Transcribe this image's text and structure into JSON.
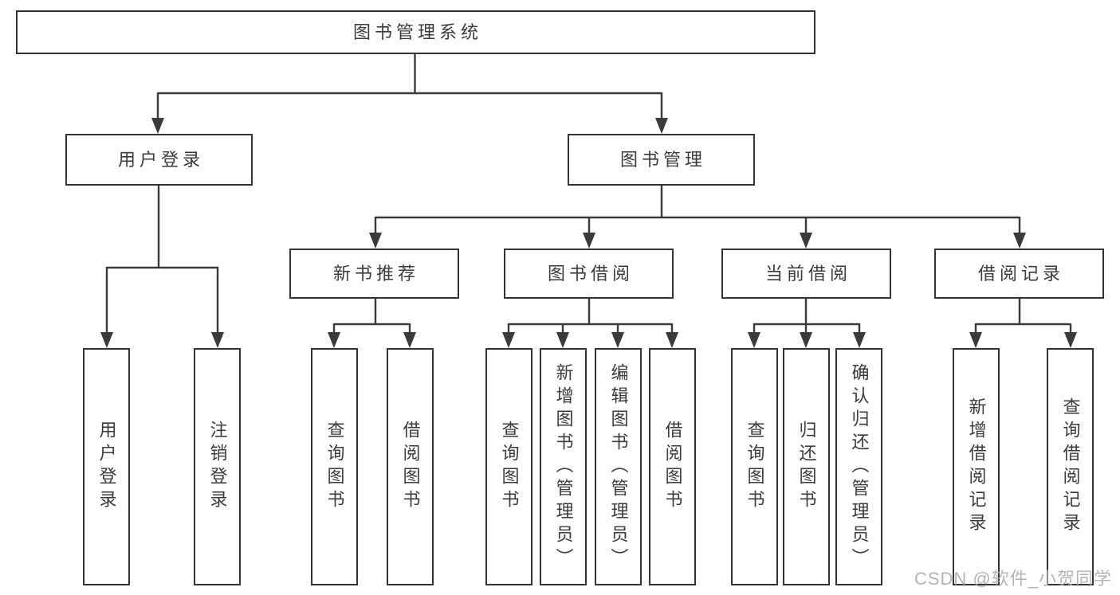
{
  "diagram": {
    "colors": {
      "box_border": "#333333",
      "box_background": "#ffffff",
      "line": "#3a3a3a",
      "text": "#3b3b3b",
      "watermark_text": "#a9a9a9"
    },
    "root": {
      "label": "图书管理系统"
    },
    "branches": [
      {
        "label": "用户登录",
        "children": [
          {
            "label": "用户登录"
          },
          {
            "label": "注销登录"
          }
        ]
      },
      {
        "label": "图书管理",
        "children": [
          {
            "label": "新书推荐",
            "children": [
              {
                "label": "查询图书"
              },
              {
                "label": "借阅图书"
              }
            ]
          },
          {
            "label": "图书借阅",
            "children": [
              {
                "label": "查询图书"
              },
              {
                "label": "新增图书（管理员）"
              },
              {
                "label": "编辑图书（管理员）"
              },
              {
                "label": "借阅图书"
              }
            ]
          },
          {
            "label": "当前借阅",
            "children": [
              {
                "label": "查询图书"
              },
              {
                "label": "归还图书"
              },
              {
                "label": "确认归还（管理员）"
              }
            ]
          },
          {
            "label": "借阅记录",
            "children": [
              {
                "label": "新增借阅记录"
              },
              {
                "label": "查询借阅记录"
              }
            ]
          }
        ]
      }
    ],
    "watermark": "CSDN @软件_小贺同学"
  }
}
